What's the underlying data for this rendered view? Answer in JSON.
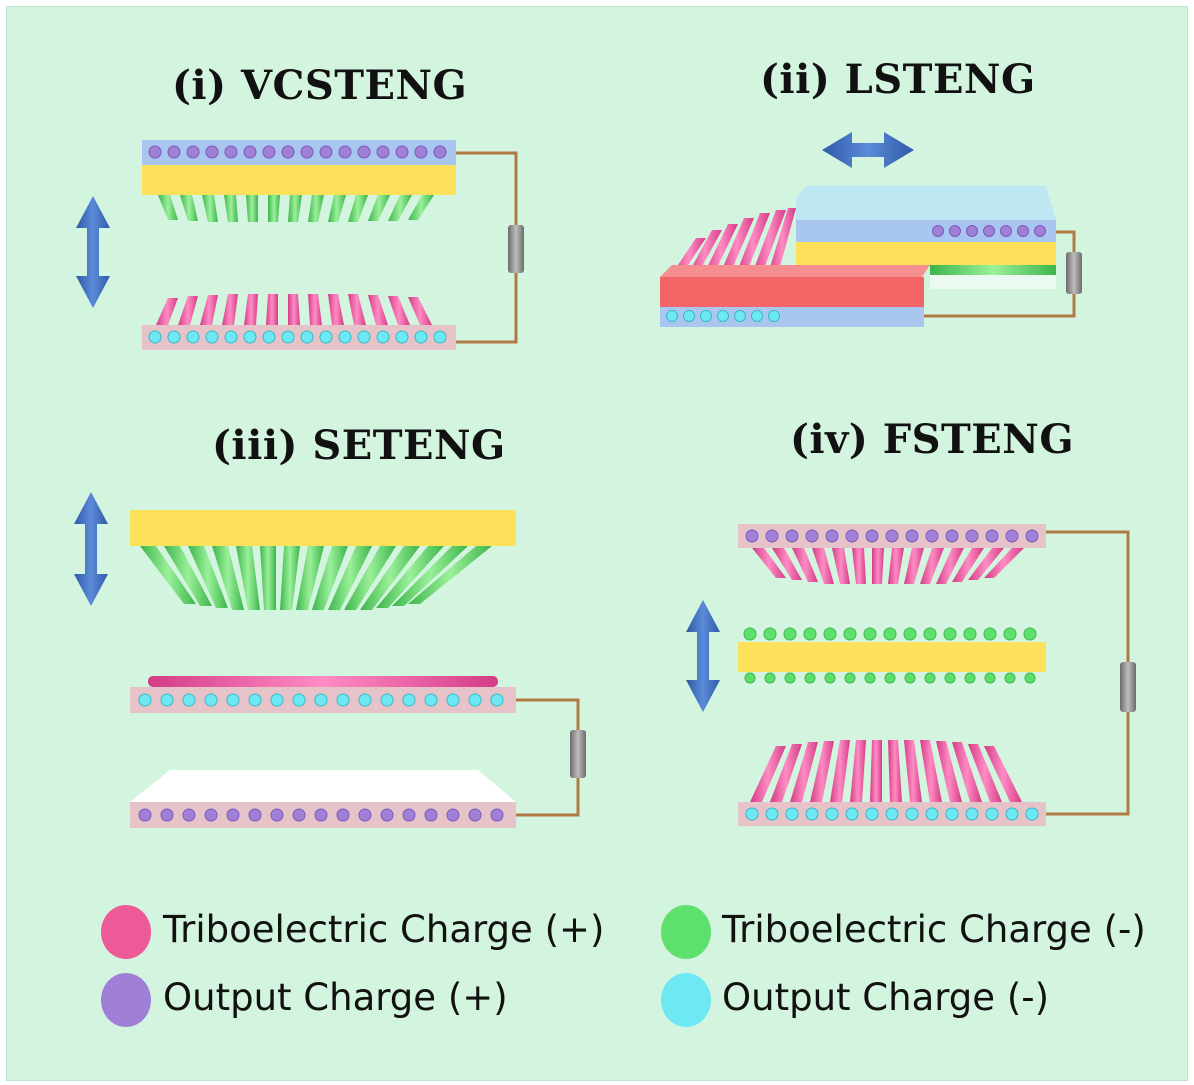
{
  "panels": {
    "vcsteng": {
      "title": "(i) VCSTENG"
    },
    "lsteng": {
      "title": "(ii) LSTENG"
    },
    "seteng": {
      "title": "(iii) SETENG"
    },
    "fsteng": {
      "title": "(iv) FSTENG"
    }
  },
  "legend": {
    "tribo_pos": {
      "label": "Triboelectric Charge (+)",
      "color": "#ee5a98"
    },
    "tribo_neg": {
      "label": "Triboelectric Charge (-)",
      "color": "#5ee06c"
    },
    "output_pos": {
      "label": "Output Charge (+)",
      "color": "#a07fd6"
    },
    "output_neg": {
      "label": "Output Charge (-)",
      "color": "#6ee8f2"
    }
  },
  "colors": {
    "background": "#d3f4df",
    "electrode_blue": "#a9c6f0",
    "electrode_pink": "#e6c3c8",
    "dielectric_yellow": "#fde15a",
    "dielectric_red": "#f36565",
    "arrow": "#3f6fc0",
    "wire": "#b07a45",
    "load": "#8a8a8a"
  }
}
